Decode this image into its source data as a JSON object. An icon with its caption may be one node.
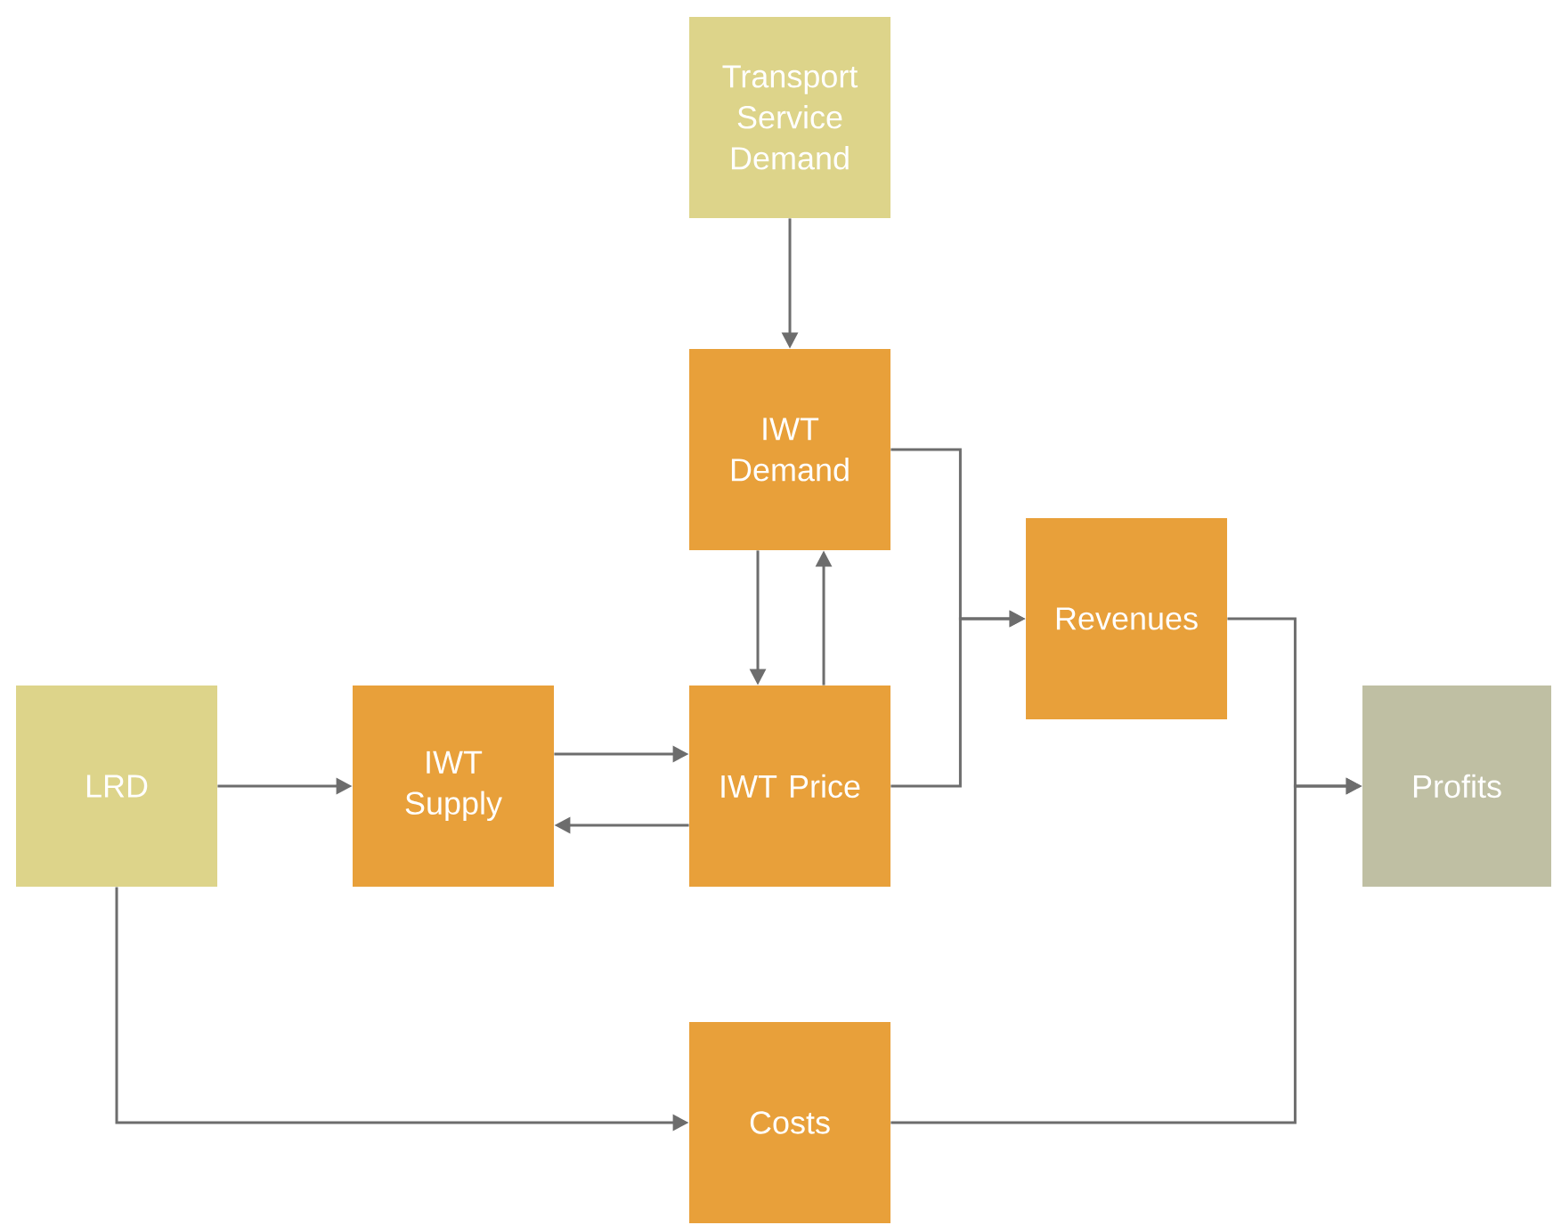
{
  "diagram": {
    "nodes": [
      {
        "text": [
          "Transport Service Demand"
        ]
      },
      {
        "text": [
          "IWT Demand"
        ]
      },
      {
        "text": [
          "Revenues"
        ]
      },
      {
        "text": [
          "LRD"
        ]
      },
      {
        "text": [
          "IWT Supply"
        ]
      },
      {
        "text": [
          "IWT Price"
        ]
      },
      {
        "text": [
          "Profits"
        ]
      },
      {
        "text": [
          "Costs"
        ]
      }
    ],
    "edges": [
      {
        "from": 0,
        "to": 1,
        "arrow": "to"
      },
      {
        "from": 1,
        "to": 5,
        "arrow": "to"
      },
      {
        "from": 5,
        "to": 1,
        "arrow": "to"
      },
      {
        "from": 3,
        "to": 4,
        "arrow": "to"
      },
      {
        "from": 4,
        "to": 5,
        "arrow": "to"
      },
      {
        "from": 5,
        "to": 4,
        "arrow": "to"
      },
      {
        "from": 1,
        "to": 2,
        "arrow": "to"
      },
      {
        "from": 5,
        "to": 2,
        "arrow": "to"
      },
      {
        "from": 2,
        "to": 6,
        "arrow": "to"
      },
      {
        "from": 7,
        "to": 6,
        "arrow": "to"
      },
      {
        "from": 3,
        "to": 7,
        "arrow": "to"
      }
    ]
  }
}
